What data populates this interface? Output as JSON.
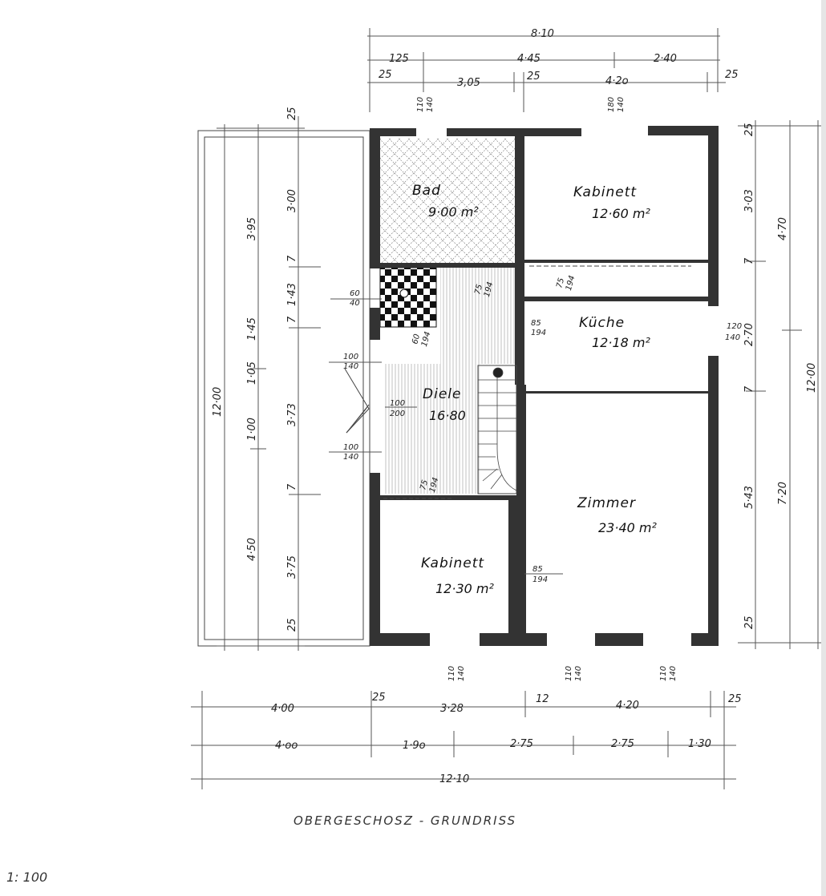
{
  "drawing": {
    "title": "OBERGESCHOSZ - GRUNDRISS",
    "scale": "1: 100"
  },
  "rooms": {
    "bad": {
      "name": "Bad",
      "area": "9·00 m²"
    },
    "kabinett_ne": {
      "name": "Kabinett",
      "area": "12·60 m²"
    },
    "kueche": {
      "name": "Küche",
      "area": "12·18 m²"
    },
    "diele": {
      "name": "Diele",
      "area": "16·80"
    },
    "zimmer": {
      "name": "Zimmer",
      "area": "23·40 m²"
    },
    "kabinett_s": {
      "name": "Kabinett",
      "area": "12·30 m²"
    }
  },
  "dimensions": {
    "top": {
      "total": "8·10",
      "r2": [
        "125",
        "4·45",
        "2·40"
      ],
      "r3": [
        "25",
        "3,05",
        "25",
        "4·2o",
        "25"
      ],
      "openings": [
        {
          "w": "110",
          "h": "140"
        },
        {
          "w": "180",
          "h": "140"
        }
      ]
    },
    "bottom": {
      "r1": [
        "4·00",
        "25",
        "3·28",
        "12",
        "4·20",
        "25"
      ],
      "r2": [
        "4·oo",
        "1·9o",
        "2·75",
        "2·75",
        "1·30"
      ],
      "total": "12·10",
      "openings": [
        {
          "w": "110",
          "h": "140"
        },
        {
          "w": "110",
          "h": "140"
        },
        {
          "w": "110",
          "h": "140"
        }
      ]
    },
    "left": {
      "outer": "12·00",
      "mid": [
        "3·95",
        "1·45",
        "1·05",
        "1·00",
        "4·50"
      ],
      "inner": [
        "25",
        "3·00",
        "7",
        "1·43",
        "7",
        "3·73",
        "7",
        "3·75",
        "25"
      ]
    },
    "right": {
      "inner": [
        "25",
        "3·03",
        "7",
        "2·70",
        "7",
        "5·43",
        "25"
      ],
      "mid": [
        "4·70",
        "7·20"
      ],
      "outer": "12·00",
      "opening": {
        "w": "120",
        "h": "140"
      }
    },
    "interior": {
      "chimney": {
        "w": "60",
        "h": "40"
      },
      "d1": {
        "w": "75",
        "h": "194"
      },
      "d2": {
        "w": "75",
        "h": "194"
      },
      "d3": {
        "w": "60",
        "h": "194"
      },
      "d4": {
        "w": "85",
        "h": "194"
      },
      "d5": {
        "w": "75",
        "h": "194"
      },
      "d6": {
        "w": "85",
        "h": "194"
      },
      "w1": {
        "w": "100",
        "h": "140"
      },
      "w2": {
        "w": "100",
        "h": "200"
      },
      "w3": {
        "w": "100",
        "h": "140"
      }
    }
  }
}
